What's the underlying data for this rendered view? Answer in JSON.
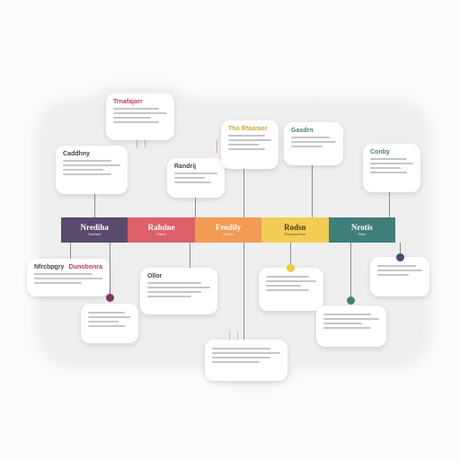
{
  "timeline": {
    "segments": [
      {
        "label": "Nrediha",
        "sub": "Sedhed",
        "color": "#5a4a6e"
      },
      {
        "label": "Rahdne",
        "sub": "Fathe",
        "color": "#dd5f6a"
      },
      {
        "label": "Frodily",
        "sub": "Sodhe",
        "color": "#f39a54"
      },
      {
        "label": "Rodsn",
        "sub": "Reshaodnion",
        "color": "#f3cc54"
      },
      {
        "label": "Nrotis",
        "sub": "Ftalr",
        "color": "#3f7f7a"
      }
    ]
  },
  "cards": {
    "top_center_left": {
      "title": "Trnafajorr",
      "title_color": "#c0366a"
    },
    "left_upper": {
      "title": "Caddhny",
      "title_color": "#444444"
    },
    "center_small": {
      "title": "Randrij",
      "title_color": "#444444"
    },
    "top_center": {
      "title": "Tho Rtaaraor",
      "title_color": "#c9a83a"
    },
    "top_right_center": {
      "title": "Gasdrn",
      "title_color": "#3f7f7a"
    },
    "right_upper": {
      "title": "Conby",
      "title_color": "#3f7f7a"
    },
    "left_lower": {
      "title": "Nfrcbpgry",
      "title_color": "#444444"
    },
    "left_lower_accent": {
      "title": "Dunobonra",
      "title_color": "#c0366a"
    },
    "center_lower": {
      "title": "Ollor",
      "title_color": "#444444"
    }
  },
  "dot_colors": {
    "plum": "#8a2f5e",
    "yellow": "#f0c93c",
    "teal": "#3f7f7a",
    "navy": "#3a4f7a"
  }
}
